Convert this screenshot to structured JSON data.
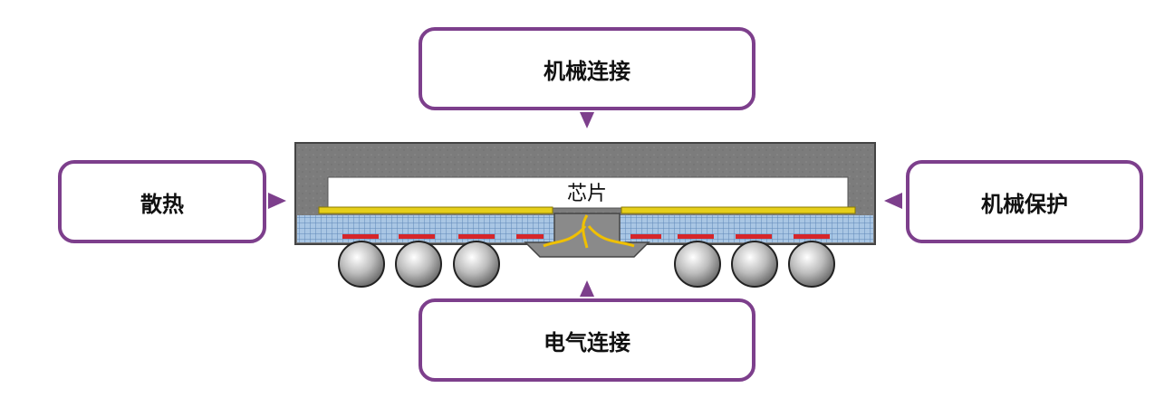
{
  "callouts": {
    "top": "机械连接",
    "bottom": "电气连接",
    "left": "散热",
    "right": "机械保护"
  },
  "package": {
    "chip_label": "芯片"
  },
  "colors": {
    "callout_border": "#7d3f8c",
    "mold": "#7e7e7e",
    "die": "#ffffff",
    "die_attach": "#e6cf1a",
    "substrate": "#8fb4d8",
    "pads": "#d6262a",
    "solder_ball": "#c8c8c8",
    "bond_wire": "#f0c000"
  }
}
